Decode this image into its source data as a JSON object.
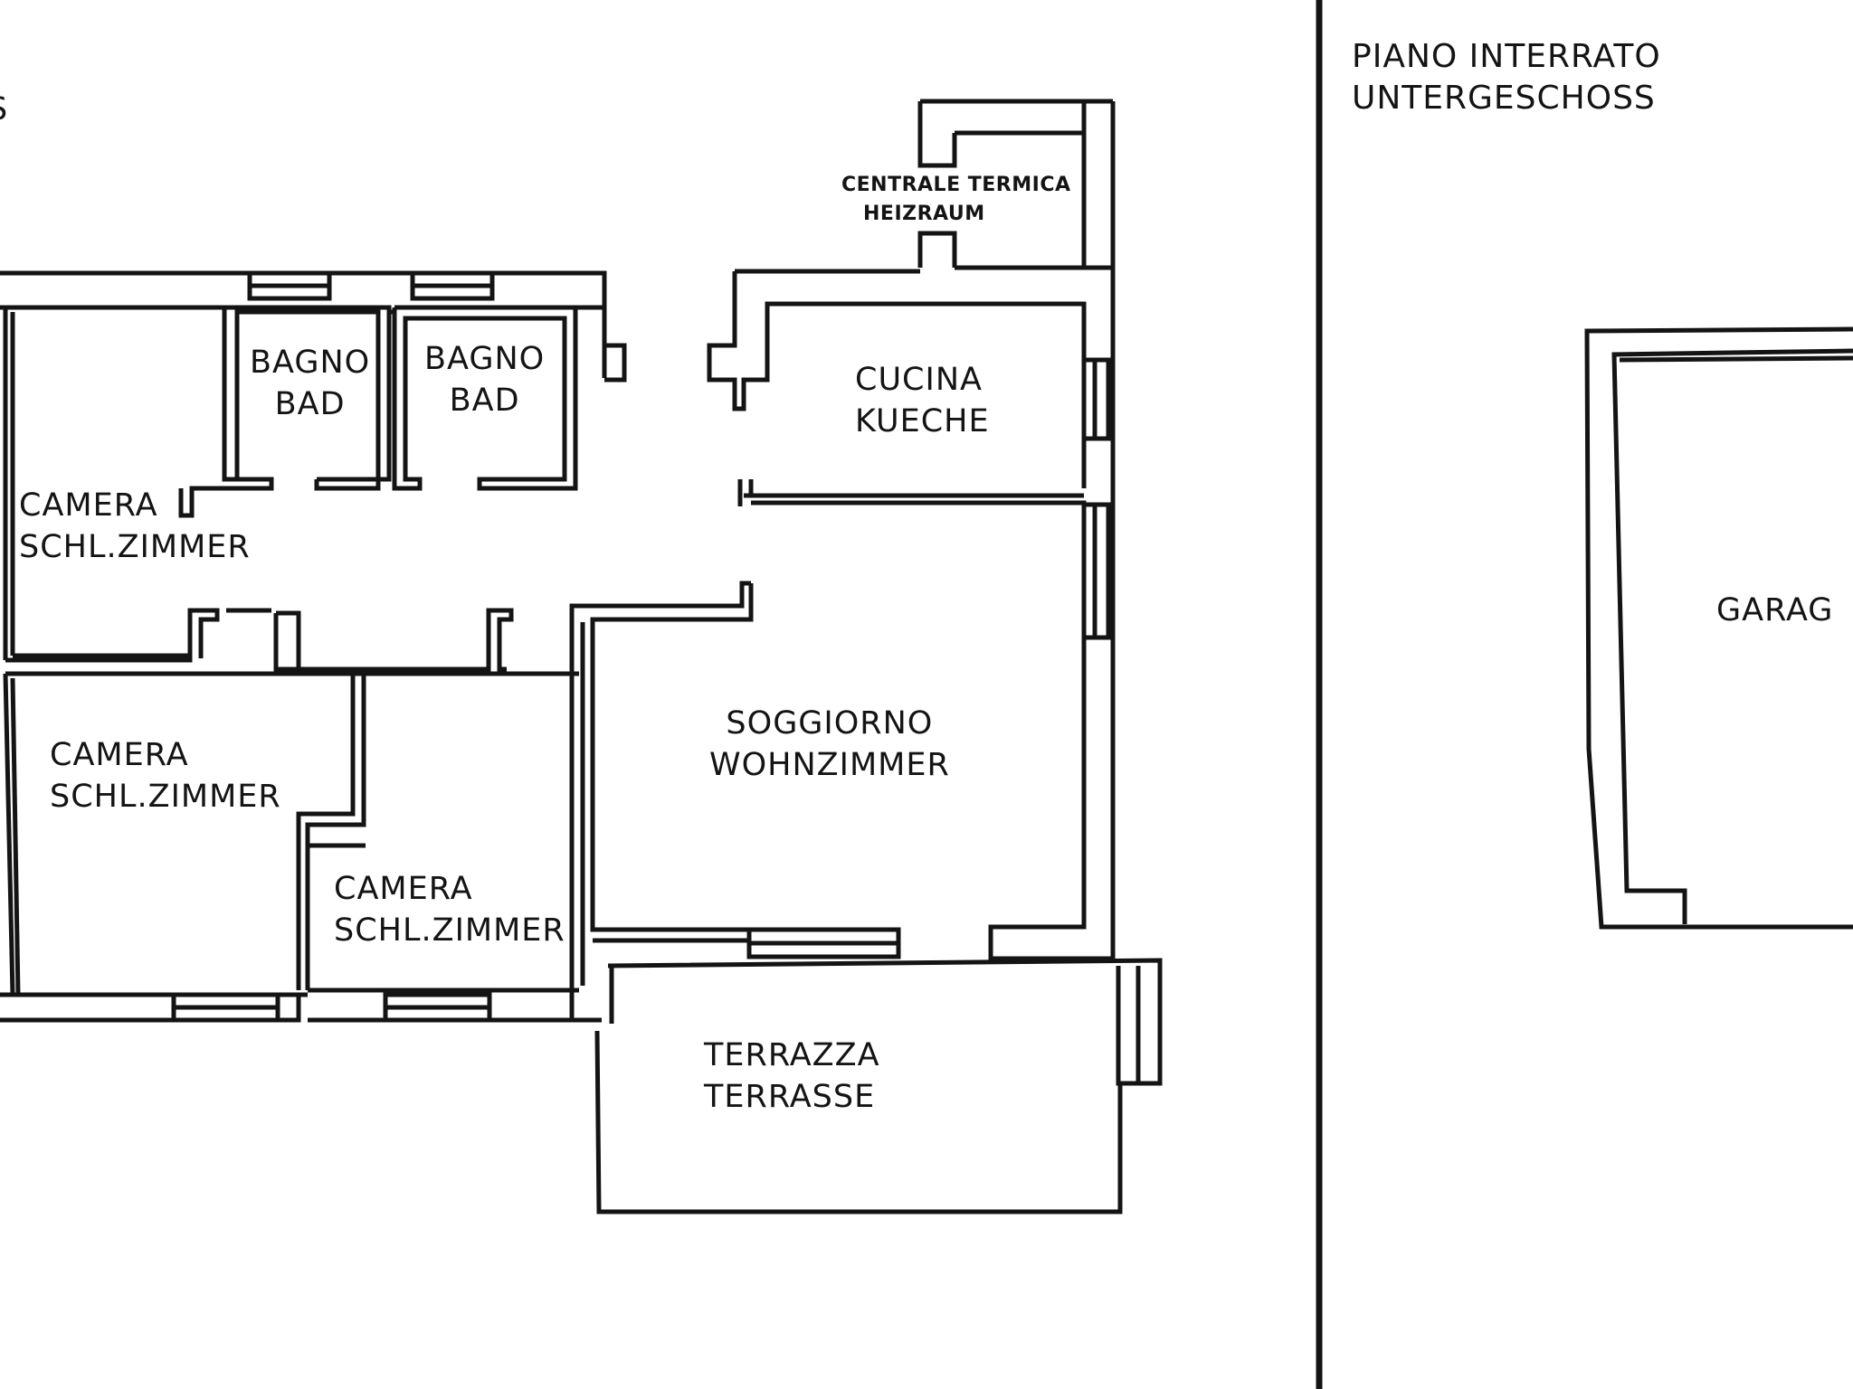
{
  "colors": {
    "background": "#ffffff",
    "wall": "#141414"
  },
  "ground_floor": {
    "partial_left_label": "S",
    "rooms": {
      "heating_room": {
        "line1": "CENTRALE TERMICA",
        "line2": "HEIZRAUM"
      },
      "bathroom_1": {
        "line1": "BAGNO",
        "line2": "BAD"
      },
      "bathroom_2": {
        "line1": "BAGNO",
        "line2": "BAD"
      },
      "kitchen": {
        "line1": "CUCINA",
        "line2": "KUECHE"
      },
      "bedroom_1": {
        "line1": "CAMERA",
        "line2": "SCHL.ZIMMER"
      },
      "bedroom_2": {
        "line1": "CAMERA",
        "line2": "SCHL.ZIMMER"
      },
      "bedroom_3": {
        "line1": "CAMERA",
        "line2": "SCHL.ZIMMER"
      },
      "living_room": {
        "line1": "SOGGIORNO",
        "line2": "WOHNZIMMER"
      },
      "terrace": {
        "line1": "TERRAZZA",
        "line2": "TERRASSE"
      }
    }
  },
  "basement": {
    "title_line1": "PIANO INTERRATO",
    "title_line2": "UNTERGESCHOSS",
    "rooms": {
      "garage": {
        "label": "GARAG"
      }
    }
  }
}
